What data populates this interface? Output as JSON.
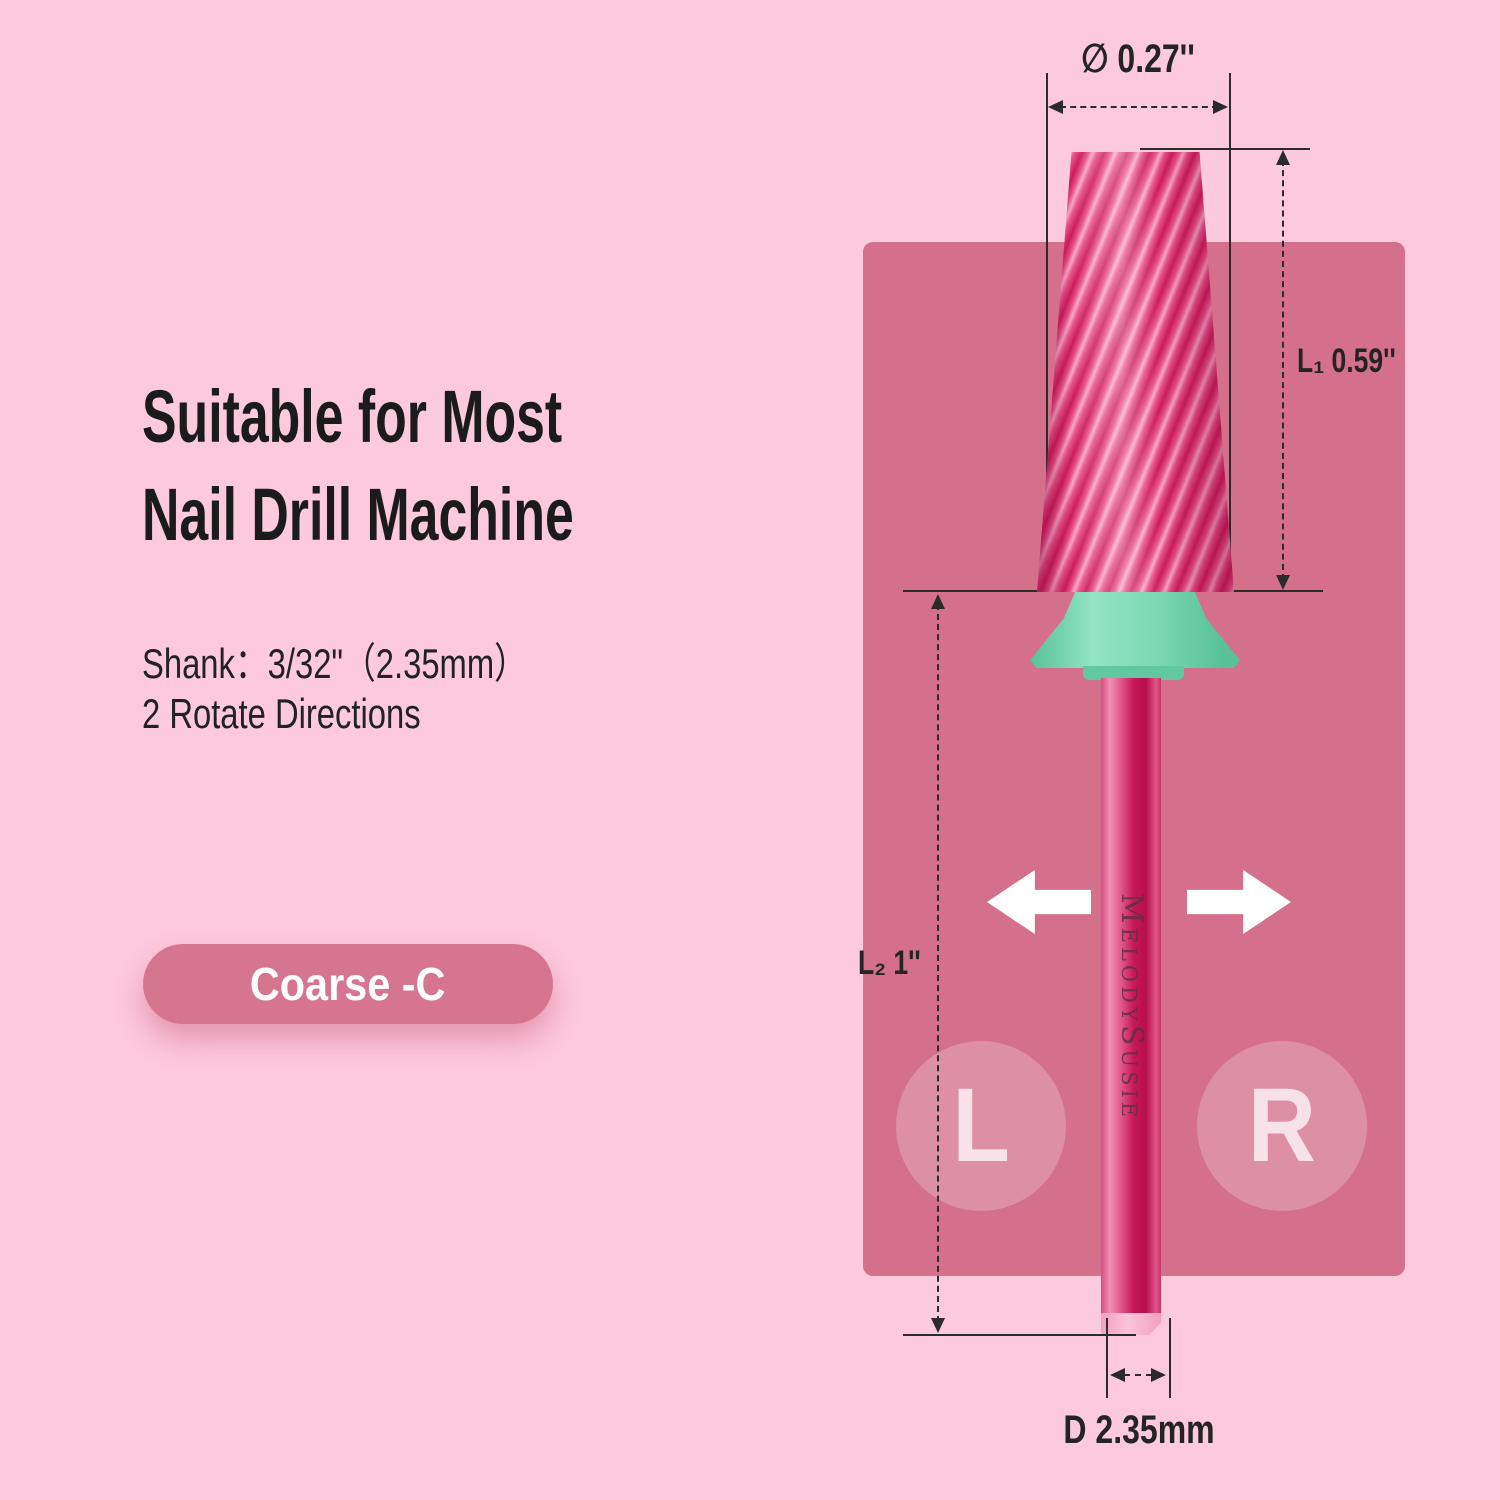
{
  "headline": {
    "line1": "Suitable for Most",
    "line2": "Nail Drill Machine"
  },
  "specs": {
    "shank": "Shank：3/32\"（2.35mm）",
    "rotate": "2 Rotate Directions"
  },
  "badge": {
    "label": "Coarse -C"
  },
  "dims": {
    "diameter": "∅ 0.27''",
    "l1": "L₁ 0.59''",
    "l2": "L₂ 1''",
    "d": "D 2.35mm"
  },
  "directions": {
    "left": "L",
    "right": "R"
  },
  "brand": "MelodySusie",
  "colors": {
    "background": "#FCC9DD",
    "panel": "#D4708C",
    "badge": "#D6758F",
    "bit_pink": "#E9548B",
    "collar_mint": "#7ED9B4",
    "shank_pink": "#C51758",
    "text_dark": "#1B1B1B",
    "dim_line": "#2B2B2B"
  }
}
